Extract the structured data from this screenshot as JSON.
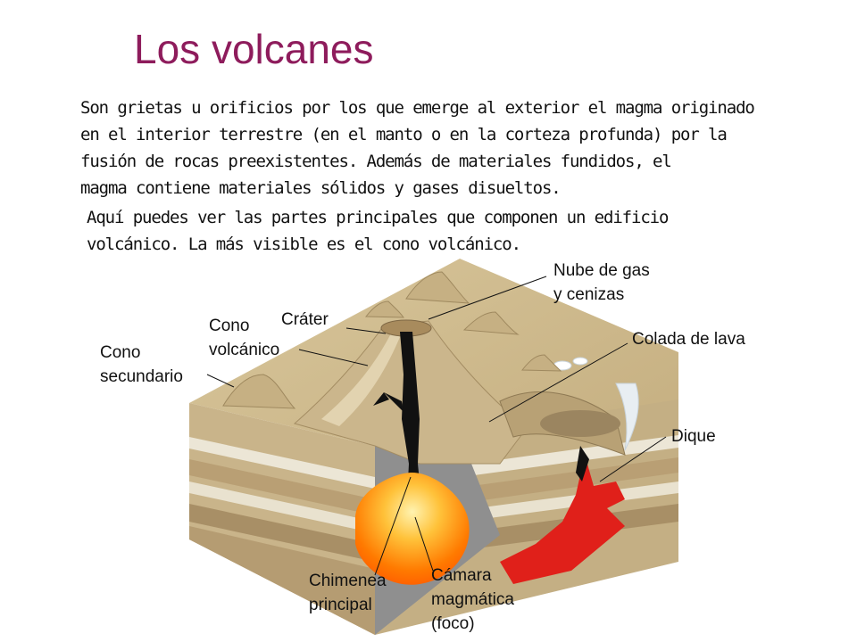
{
  "title": "Los volcanes",
  "intro": [
    "Son grietas u orificios por los que emerge al exterior el magma originado",
    "en el interior terrestre (en el manto o en la corteza profunda) por la",
    "fusión de rocas preexistentes. Además de materiales fundidos, el",
    "magma contiene materiales sólidos y gases disueltos."
  ],
  "parts_intro": [
    "Aquí puedes ver las partes principales que componen un edificio",
    "volcánico. La más visible es el cono volcánico."
  ],
  "labels": {
    "nube": [
      "Nube de gas",
      "y cenizas"
    ],
    "crater": [
      "Cráter"
    ],
    "cono_volcanico": [
      "Cono",
      "volcánico"
    ],
    "cono_secundario": [
      "Cono",
      "secundario"
    ],
    "colada": [
      "Colada de lava"
    ],
    "dique": [
      "Dique"
    ],
    "chimenea": [
      "Chimenea",
      "principal"
    ],
    "camara": [
      "Cámara",
      "magmática",
      "(foco)"
    ]
  },
  "colors": {
    "title": "#8e1c5c",
    "rock_top": "#cdb98c",
    "rock_side": "#c9b48a",
    "magma": "#ff6a00",
    "lava_dike": "#e0201a",
    "chimney": "#111111"
  }
}
